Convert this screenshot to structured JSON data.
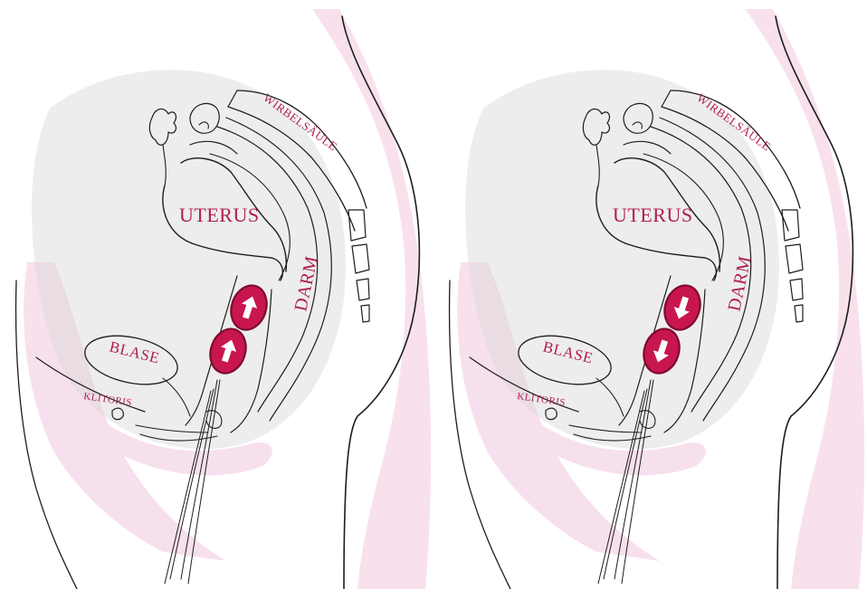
{
  "colors": {
    "label": "#b01e4f",
    "pink_wash": "#f2c8df",
    "gray_wash": "#d8d8d8",
    "ball_fill": "#c8164e",
    "ball_dark": "#7d0b2e",
    "ink": "#1d1d1d"
  },
  "panels": [
    {
      "id": "left",
      "arrow_direction": "up",
      "labels": {
        "wirbelsaeule": "WIRBELSÄULE",
        "uterus": "UTERUS",
        "darm": "DARM",
        "blase": "BLASE",
        "klitoris": "KLITORIS"
      }
    },
    {
      "id": "right",
      "arrow_direction": "down",
      "labels": {
        "wirbelsaeule": "WIRBELSÄULE",
        "uterus": "UTERUS",
        "darm": "DARM",
        "blase": "BLASE",
        "klitoris": "KLITORIS"
      }
    }
  ]
}
